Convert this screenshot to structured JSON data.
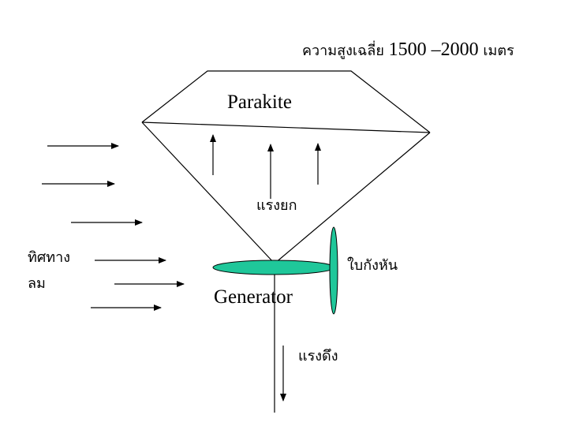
{
  "altitude_text": "ความสูงเฉลี่ย 1500 –2000 เมตร",
  "altitude": {
    "thai_label": "ความสูงเฉลี่ย",
    "range_text": "1500 –2000",
    "unit_thai": "เมตร"
  },
  "kite_label": "Parakite",
  "lift_label": "แรงยก",
  "generator_label": "Generator",
  "blade_label": "ใบกังหัน",
  "wind_label_line1": "ทิศทาง",
  "wind_label_line2": "ลม",
  "tension_label": "แรงดึง",
  "colors": {
    "generator_fill": "#1fc79a",
    "line": "#000000",
    "background": "#ffffff"
  }
}
